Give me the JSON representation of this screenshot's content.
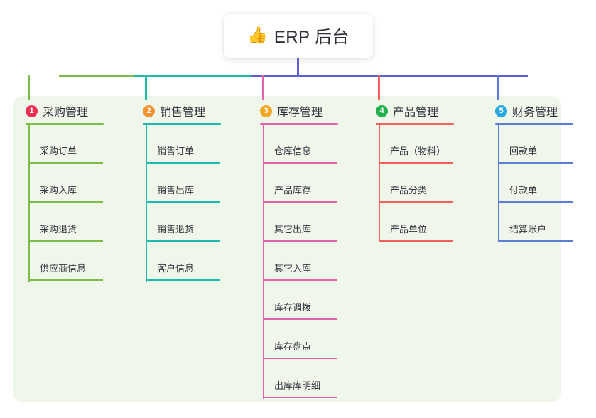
{
  "diagram": {
    "title": {
      "emoji": "👍",
      "emoji_name": "thumbs-up-emoji",
      "text": "ERP 后台"
    },
    "panel_background": "#eef7e9",
    "bus_segments": [
      {
        "name": "bus-segment-green",
        "color": "#7dbb4a"
      },
      {
        "name": "bus-segment-teal",
        "color": "#1fb8ae"
      },
      {
        "name": "bus-segment-purple",
        "color": "#5b5fd6"
      }
    ],
    "root_stem_color": "#5b5fd6",
    "columns": [
      {
        "number": "1",
        "title": "采购管理",
        "badge_color": "#ef3054",
        "line_color": "#7dbb4a",
        "stem_color": "#7dbb4a",
        "items": [
          "采购订单",
          "采购入库",
          "采购退货",
          "供应商信息"
        ]
      },
      {
        "number": "2",
        "title": "销售管理",
        "badge_color": "#f59331",
        "line_color": "#1fb8ae",
        "stem_color": "#1fb8ae",
        "items": [
          "销售订单",
          "销售出库",
          "销售退货",
          "客户信息"
        ]
      },
      {
        "number": "3",
        "title": "库存管理",
        "badge_color": "#f5a623",
        "line_color": "#e860a8",
        "stem_color": "#e860a8",
        "items": [
          "仓库信息",
          "产品库存",
          "其它出库",
          "其它入库",
          "库存调拨",
          "库存盘点",
          "出库库明细"
        ]
      },
      {
        "number": "4",
        "title": "产品管理",
        "badge_color": "#22b14c",
        "line_color": "#f4615c",
        "stem_color": "#f4615c",
        "items": [
          "产品（物料）",
          "产品分类",
          "产品单位"
        ]
      },
      {
        "number": "5",
        "title": "财务管理",
        "badge_color": "#29a7e1",
        "line_color": "#5b7fd6",
        "stem_color": "#5b7fd6",
        "items": [
          "回款单",
          "付款单",
          "结算账户"
        ]
      }
    ]
  }
}
